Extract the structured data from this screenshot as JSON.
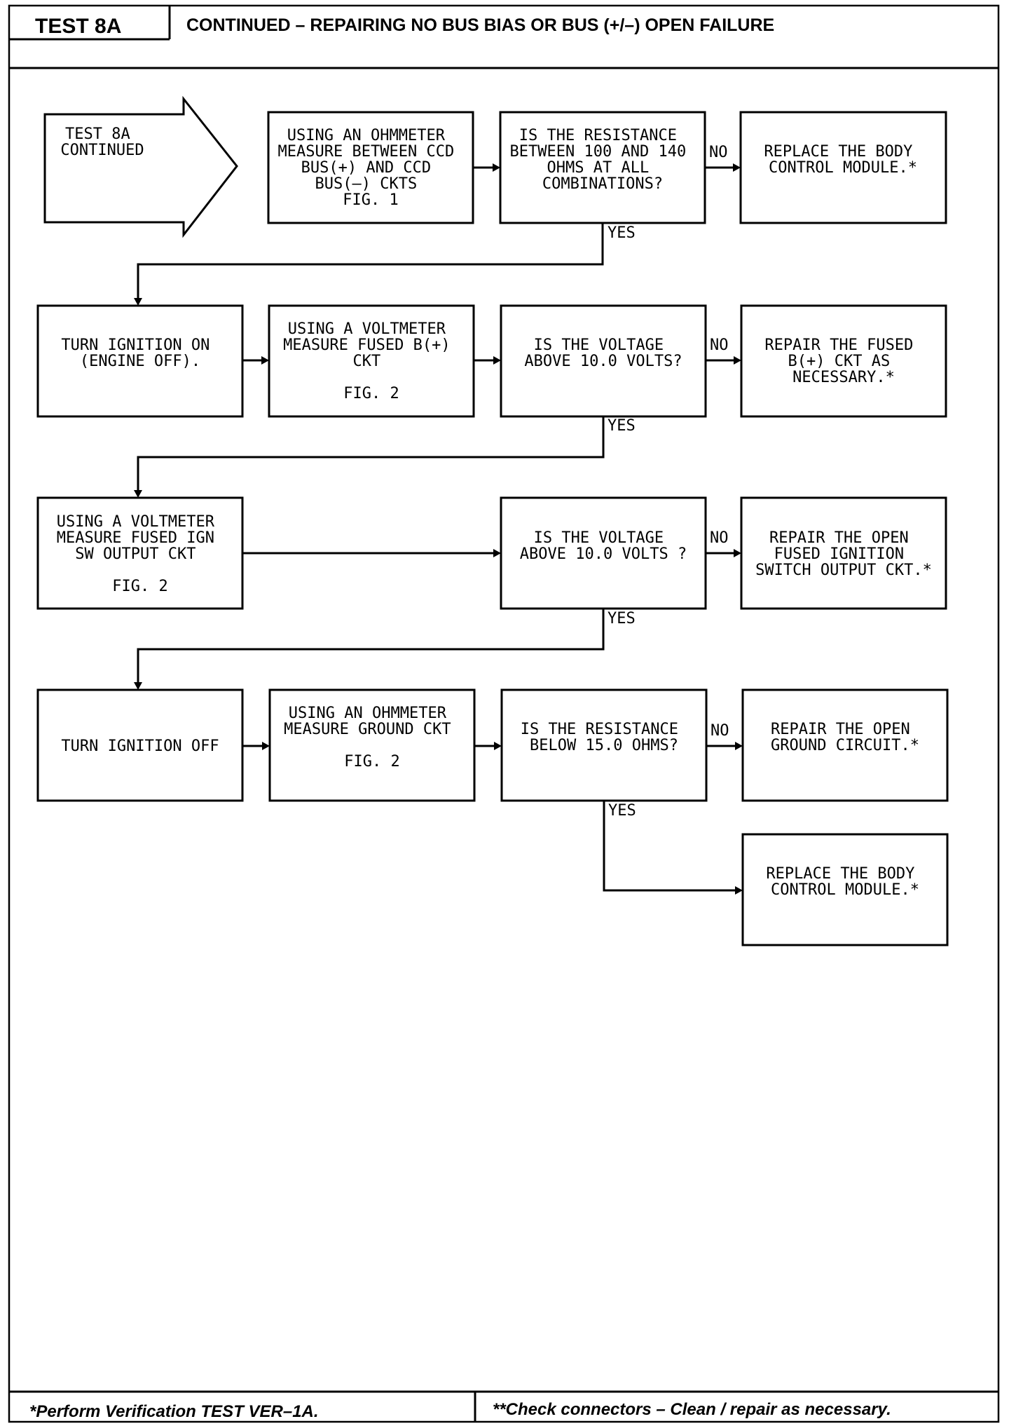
{
  "header": {
    "test_label": "TEST 8A",
    "title": "CONTINUED – REPAIRING NO BUS BIAS OR BUS (+/–) OPEN FAILURE"
  },
  "flow": {
    "start": [
      "TEST 8A",
      "CONTINUED"
    ],
    "row1": {
      "action": [
        "USING AN OHMMETER",
        "MEASURE BETWEEN CCD",
        "BUS(+) AND CCD",
        "BUS(–) CKTS",
        "FIG. 1"
      ],
      "question": [
        "IS THE RESISTANCE",
        "BETWEEN 100 AND 140",
        "OHMS AT ALL",
        "COMBINATIONS?"
      ],
      "no_label": "NO",
      "no_action": [
        "REPLACE THE BODY",
        "CONTROL MODULE.*"
      ],
      "yes_label": "YES"
    },
    "row2": {
      "start": [
        "TURN IGNITION ON",
        "(ENGINE OFF)."
      ],
      "action": [
        "USING A VOLTMETER",
        "MEASURE FUSED B(+)",
        "CKT",
        "",
        "FIG. 2"
      ],
      "question": [
        "IS THE VOLTAGE",
        "ABOVE 10.0 VOLTS?"
      ],
      "no_label": "NO",
      "no_action": [
        "REPAIR THE FUSED",
        "B(+) CKT AS",
        "NECESSARY.*"
      ],
      "yes_label": "YES"
    },
    "row3": {
      "start": [
        "USING A VOLTMETER",
        "MEASURE FUSED IGN",
        "SW OUTPUT CKT",
        "",
        "FIG. 2"
      ],
      "question": [
        "IS THE VOLTAGE",
        "ABOVE 10.0 VOLTS ?"
      ],
      "no_label": "NO",
      "no_action": [
        "REPAIR THE OPEN",
        "FUSED IGNITION",
        "SWITCH OUTPUT CKT.*"
      ],
      "yes_label": "YES"
    },
    "row4": {
      "start": [
        "TURN IGNITION OFF"
      ],
      "action": [
        "USING AN OHMMETER",
        "MEASURE GROUND CKT",
        "",
        "FIG. 2"
      ],
      "question": [
        "IS THE RESISTANCE",
        "BELOW 15.0 OHMS?"
      ],
      "no_label": "NO",
      "no_action": [
        "REPAIR THE OPEN",
        "GROUND CIRCUIT.*"
      ],
      "yes_label": "YES",
      "yes_action": [
        "REPLACE THE BODY",
        "CONTROL MODULE.*"
      ]
    }
  },
  "footer": {
    "left": "*Perform Verification TEST VER–1A.",
    "right": "**Check connectors – Clean / repair as necessary."
  }
}
